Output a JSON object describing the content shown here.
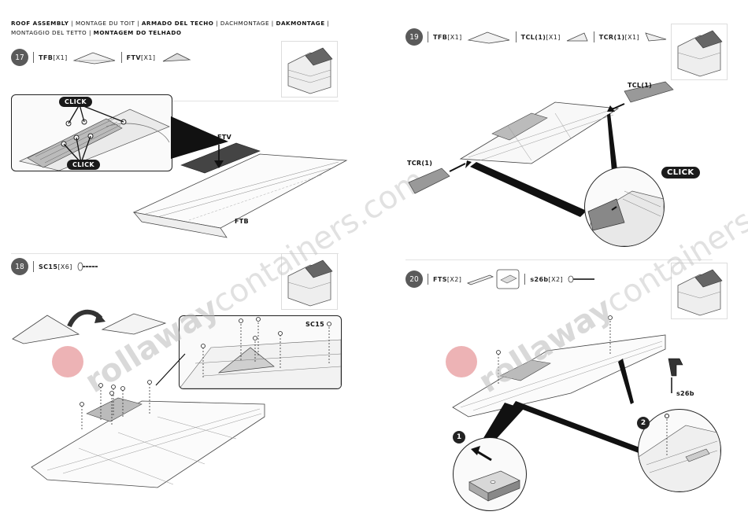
{
  "header": {
    "t1": "ROOF ASSEMBLY",
    "t2": "MONTAGE DU TOIT",
    "t3": "ARMADO DEL TECHO",
    "t4": "DACHMONTAGE",
    "t5": "DAKMONTAGE",
    "t6": "MONTAGGIO DEL TETTO",
    "t7": "MONTAGEM DO TELHADO"
  },
  "steps": {
    "s17": {
      "num": "17",
      "p1": "TFB",
      "q1": "[X1]",
      "p2": "FTV",
      "q2": "[X1]"
    },
    "s18": {
      "num": "18",
      "p1": "SC15",
      "q1": "[X6]"
    },
    "s19": {
      "num": "19",
      "p1": "TFB",
      "q1": "[X1]",
      "p2": "TCL(1)",
      "q2": "[X1]",
      "p3": "TCR(1)",
      "q3": "[X1]"
    },
    "s20": {
      "num": "20",
      "p1": "FTS",
      "q1": "[X2]",
      "p2": "s26b",
      "q2": "[X2]"
    }
  },
  "labels": {
    "click": "CLICK",
    "ftv": "FTV",
    "ftb": "FTB",
    "sc15": "SC15",
    "tcl": "TCL(1)",
    "tcr": "TCR(1)",
    "s26b": "s26b",
    "badge1": "1",
    "badge2": "2"
  },
  "watermark": {
    "brand": "rollaway",
    "suffix": "containers.com"
  },
  "icons": [
    "shed-thumbnail-icon",
    "screw-icon",
    "drill-icon",
    "arrow-icon"
  ]
}
